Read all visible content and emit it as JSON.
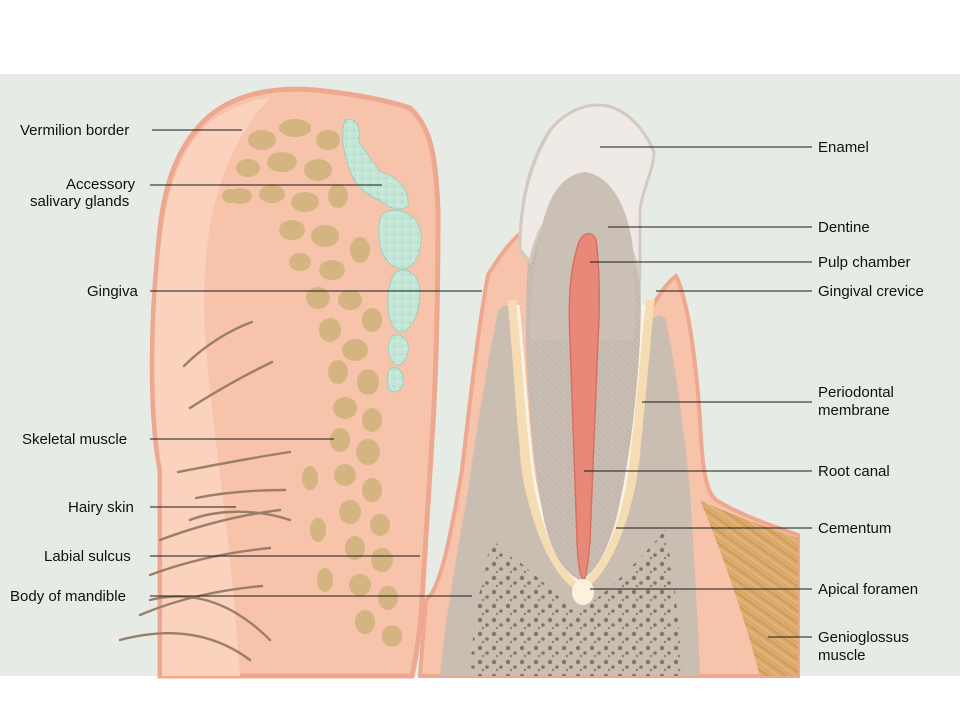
{
  "diagram": {
    "colors": {
      "background_panel": "#e6ebe6",
      "soft_tissue": "#f7c3aa",
      "soft_tissue_edge": "#efa890",
      "skin_highlight": "#fbd9c8",
      "muscle_blocks": "#d4b582",
      "salivary_glands": "#c4e6d7",
      "enamel": "#efeae6",
      "dentine": "#c8bcb2",
      "bone": "#cabdb1",
      "bone_spongy": "#7f6b5c",
      "pulp": "#e88878",
      "genioglossus": "#dba96b",
      "hair": "#9a7e67",
      "leader_line": "#1a1a1a",
      "text": "#111111"
    },
    "left_labels": [
      {
        "id": "vermilion-border",
        "lines": [
          "Vermilion border"
        ]
      },
      {
        "id": "accessory-salivary-glands",
        "lines": [
          "Accessory",
          "salivary glands"
        ]
      },
      {
        "id": "gingiva",
        "lines": [
          "Gingiva"
        ]
      },
      {
        "id": "skeletal-muscle",
        "lines": [
          "Skeletal muscle"
        ]
      },
      {
        "id": "hairy-skin",
        "lines": [
          "Hairy skin"
        ]
      },
      {
        "id": "labial-sulcus",
        "lines": [
          "Labial sulcus"
        ]
      },
      {
        "id": "body-of-mandible",
        "lines": [
          "Body of mandible"
        ]
      }
    ],
    "right_labels": [
      {
        "id": "enamel",
        "lines": [
          "Enamel"
        ]
      },
      {
        "id": "dentine",
        "lines": [
          "Dentine"
        ]
      },
      {
        "id": "pulp-chamber",
        "lines": [
          "Pulp chamber"
        ]
      },
      {
        "id": "gingival-crevice",
        "lines": [
          "Gingival crevice"
        ]
      },
      {
        "id": "periodontal-membrane",
        "lines": [
          "Periodontal",
          "membrane"
        ]
      },
      {
        "id": "root-canal",
        "lines": [
          "Root canal"
        ]
      },
      {
        "id": "cementum",
        "lines": [
          "Cementum"
        ]
      },
      {
        "id": "apical-foramen",
        "lines": [
          "Apical foramen"
        ]
      },
      {
        "id": "genioglossus-muscle",
        "lines": [
          "Genioglossus",
          "muscle"
        ]
      }
    ]
  }
}
